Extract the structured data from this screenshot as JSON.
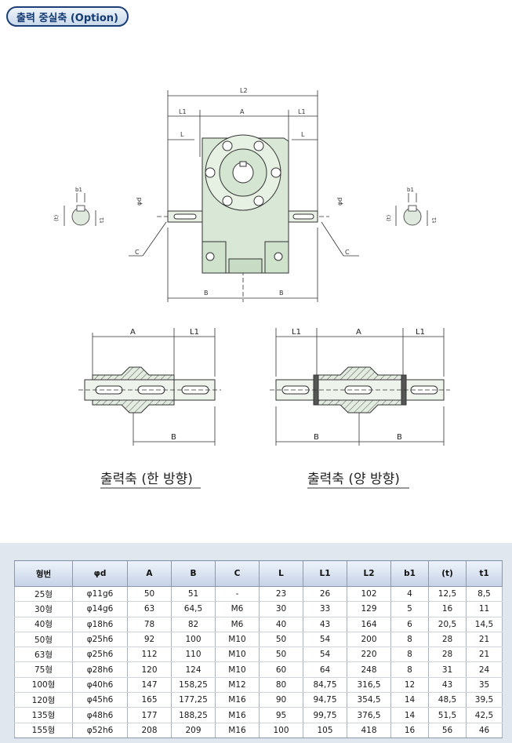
{
  "title": "출력 중실축 (Option)",
  "drawing_labels": {
    "L2": "L2",
    "A": "A",
    "L1": "L1",
    "L": "L",
    "B": "B",
    "C": "C",
    "b1": "b1",
    "t": "(t)",
    "t1": "t1",
    "phi_d": "φd"
  },
  "captions": {
    "single": "출력축 (한 방향)",
    "double": "출력축 (양 방향)"
  },
  "table": {
    "headers": [
      "형번",
      "φd",
      "A",
      "B",
      "C",
      "L",
      "L1",
      "L2",
      "b1",
      "(t)",
      "t1"
    ],
    "rows": [
      [
        "25형",
        "φ11g6",
        "50",
        "51",
        "-",
        "23",
        "26",
        "102",
        "4",
        "12,5",
        "8,5"
      ],
      [
        "30형",
        "φ14g6",
        "63",
        "64,5",
        "M6",
        "30",
        "33",
        "129",
        "5",
        "16",
        "11"
      ],
      [
        "40형",
        "φ18h6",
        "78",
        "82",
        "M6",
        "40",
        "43",
        "164",
        "6",
        "20,5",
        "14,5"
      ],
      [
        "50형",
        "φ25h6",
        "92",
        "100",
        "M10",
        "50",
        "54",
        "200",
        "8",
        "28",
        "21"
      ],
      [
        "63형",
        "φ25h6",
        "112",
        "110",
        "M10",
        "50",
        "54",
        "220",
        "8",
        "28",
        "21"
      ],
      [
        "75형",
        "φ28h6",
        "120",
        "124",
        "M10",
        "60",
        "64",
        "248",
        "8",
        "31",
        "24"
      ],
      [
        "100형",
        "φ40h6",
        "147",
        "158,25",
        "M12",
        "80",
        "84,75",
        "316,5",
        "12",
        "43",
        "35"
      ],
      [
        "120형",
        "φ45h6",
        "165",
        "177,25",
        "M16",
        "90",
        "94,75",
        "354,5",
        "14",
        "48,5",
        "39,5"
      ],
      [
        "135형",
        "φ48h6",
        "177",
        "188,25",
        "M16",
        "95",
        "99,75",
        "376,5",
        "14",
        "51,5",
        "42,5"
      ],
      [
        "155형",
        "φ52h6",
        "208",
        "209",
        "M16",
        "100",
        "105",
        "418",
        "16",
        "56",
        "46"
      ]
    ]
  }
}
